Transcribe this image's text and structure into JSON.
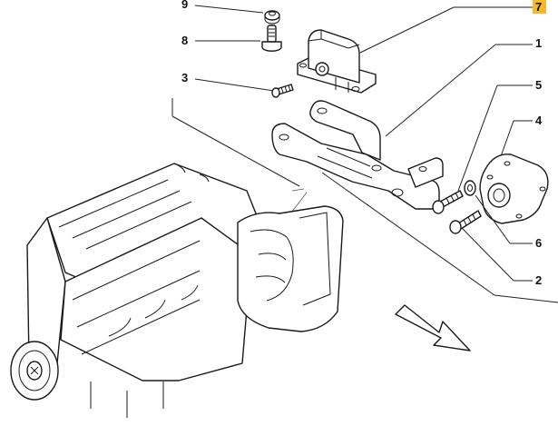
{
  "colors": {
    "highlight": "#f5b82e",
    "ink": "#1a1a1a"
  },
  "callouts": [
    {
      "label": "9",
      "part": "nut"
    },
    {
      "label": "8",
      "part": "bolt"
    },
    {
      "label": "3",
      "part": "screw"
    },
    {
      "label": "7",
      "part": "engine-mount",
      "highlighted": true
    },
    {
      "label": "1",
      "part": "support-bracket"
    },
    {
      "label": "5",
      "part": "bolt"
    },
    {
      "label": "4",
      "part": "flange-mount"
    },
    {
      "label": "6",
      "part": "washer"
    },
    {
      "label": "2",
      "part": "bolt"
    }
  ],
  "icons": [
    "arrow-direction-icon"
  ]
}
